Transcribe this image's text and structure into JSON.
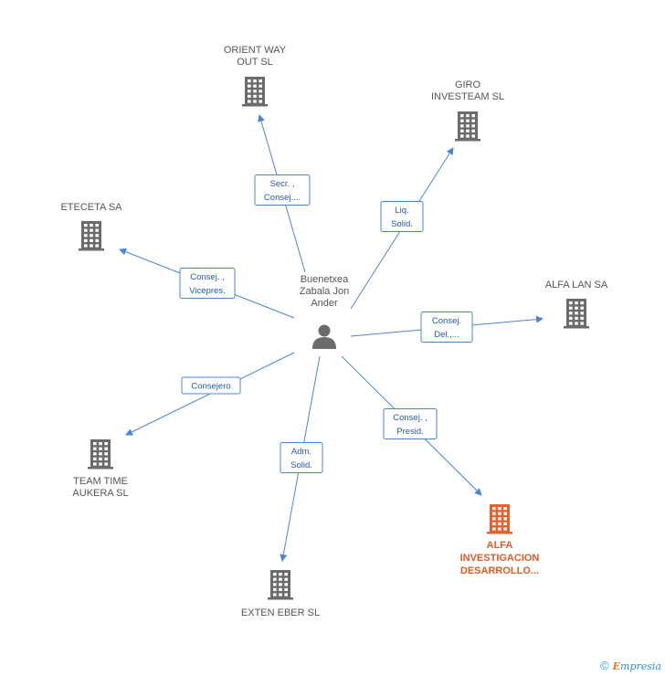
{
  "center": {
    "name_lines": [
      "Buenetxea",
      "Zabala Jon",
      "Ander"
    ],
    "icon": "person-icon"
  },
  "companies": [
    {
      "id": "orient",
      "lines": [
        "ORIENT WAY",
        "OUT  SL"
      ],
      "role_lines": [
        "Secr. ,",
        "Consej...."
      ],
      "highlight": false,
      "icon": "building-icon"
    },
    {
      "id": "giro",
      "lines": [
        "GIRO",
        "INVESTEAM SL"
      ],
      "role_lines": [
        "Liq.",
        "Solid."
      ],
      "highlight": false,
      "icon": "building-icon"
    },
    {
      "id": "eteceta",
      "lines": [
        "ETECETA SA"
      ],
      "role_lines": [
        "Consej. ,",
        "Vicepres."
      ],
      "highlight": false,
      "icon": "building-icon"
    },
    {
      "id": "alfalan",
      "lines": [
        "ALFA LAN SA"
      ],
      "role_lines": [
        "Consej.",
        "Del.,..."
      ],
      "highlight": false,
      "icon": "building-icon"
    },
    {
      "id": "teamtime",
      "lines": [
        "TEAM TIME",
        "AUKERA SL"
      ],
      "role_lines": [
        "Consejero"
      ],
      "highlight": false,
      "icon": "building-icon"
    },
    {
      "id": "alfainv",
      "lines": [
        "ALFA",
        "INVESTIGACION",
        "DESARROLLO..."
      ],
      "role_lines": [
        "Consej. ,",
        "Presid."
      ],
      "highlight": true,
      "icon": "building-icon"
    },
    {
      "id": "exten",
      "lines": [
        "EXTEN EBER  SL"
      ],
      "role_lines": [
        "Adm.",
        "Solid."
      ],
      "highlight": false,
      "icon": "building-icon"
    }
  ],
  "colors": {
    "building": "#6b6b6b",
    "building_highlight": "#e8602c",
    "person": "#6b6b6b",
    "edge": "#4a86d4"
  },
  "footer": {
    "copyright": "©",
    "brand_first": "E",
    "brand_rest": "mpresia"
  }
}
